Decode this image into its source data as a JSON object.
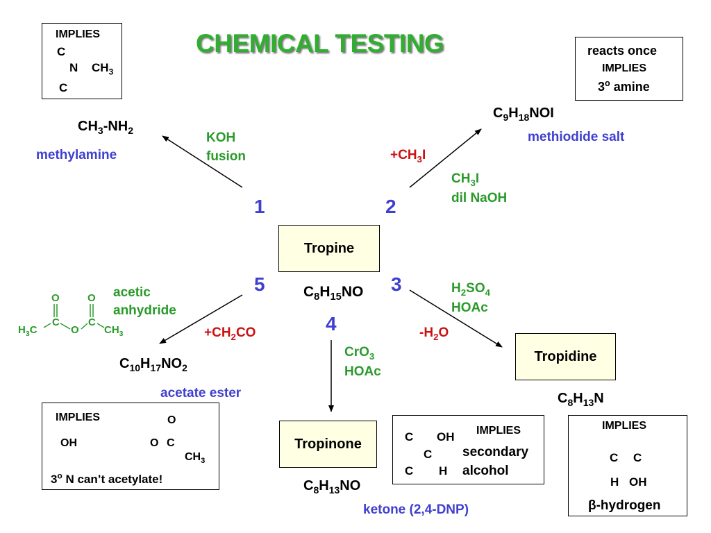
{
  "title": "CHEMICAL TESTING",
  "center": {
    "name": "Tropine",
    "formula_main": "C",
    "f1": "8",
    "f2": "H",
    "f3": "15",
    "f4": "NO"
  },
  "steps": [
    "1",
    "2",
    "3",
    "4",
    "5"
  ],
  "r1": {
    "reagent": [
      "KOH",
      "fusion"
    ],
    "product": "CH3-NH2",
    "product_name": "methylamine",
    "implies_box": {
      "label": "IMPLIES",
      "structure": [
        "C",
        "N",
        "CH3",
        "C"
      ]
    }
  },
  "r2": {
    "change": "+CH3I",
    "reagent": [
      "CH3I",
      "dil NaOH"
    ],
    "product": "C9H18NOI",
    "product_name": "methiodide salt",
    "implies_box": [
      "reacts once",
      "IMPLIES",
      "3o amine"
    ]
  },
  "r3": {
    "reagent": [
      "H2SO4",
      "HOAc"
    ],
    "change": "-H2O",
    "product": "Tropidine",
    "formula": "C8H13N",
    "implies_box": {
      "label": "IMPLIES",
      "caption": "β-hydrogen",
      "atoms": [
        "C",
        "C",
        "H",
        "OH"
      ]
    }
  },
  "r4": {
    "reagent": [
      "CrO3",
      "HOAc"
    ],
    "product": "Tropinone",
    "formula": "C8H13NO",
    "product_name": "ketone (2,4-DNP)",
    "implies_box": {
      "atoms": [
        "C",
        "OH",
        "C",
        "C",
        "H"
      ],
      "label": "IMPLIES",
      "text": [
        "secondary",
        "alcohol"
      ]
    }
  },
  "r5": {
    "reagent": [
      "acetic",
      "anhydride"
    ],
    "change": "+CH2CO",
    "product": "C10H17NO2",
    "product_name": "acetate ester",
    "anhydride_atoms": [
      "O",
      "O",
      "H3C",
      "C",
      "O",
      "C",
      "CH3"
    ],
    "implies_box": {
      "label": "IMPLIES",
      "left": "OH",
      "right": [
        "O",
        "O",
        "C",
        "CH3"
      ],
      "caption": "3o N can’t acetylate!"
    }
  },
  "colors": {
    "title": "#2fae2f",
    "reagent": "#2a9a2a",
    "name": "#3f3fd0",
    "change": "#cc1010",
    "cream": "#ffffe3"
  }
}
